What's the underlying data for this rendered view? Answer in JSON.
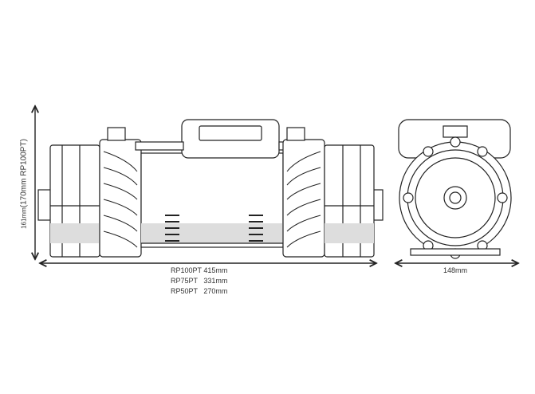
{
  "dimensions": {
    "height_label_small": "161mm",
    "height_label_main": "(170mm RP100PT)",
    "length_lines": [
      {
        "model": "RP100PT",
        "value": "415mm"
      },
      {
        "model": "RP75PT",
        "value": "331mm"
      },
      {
        "model": "RP50PT",
        "value": "270mm"
      }
    ],
    "width_label": "148mm"
  },
  "colors": {
    "line": "#222222",
    "fill": "#ffffff",
    "shade": "#d8d8d8"
  }
}
